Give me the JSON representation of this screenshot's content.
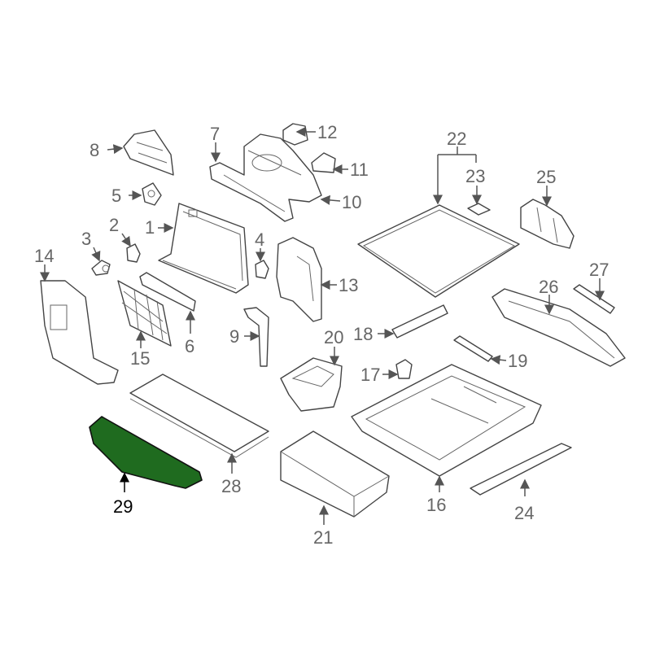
{
  "diagram": {
    "highlight_color": "#1f6b1f",
    "highlighted_part": "29",
    "labels": {
      "p1": "1",
      "p2": "2",
      "p3": "3",
      "p4": "4",
      "p5": "5",
      "p6": "6",
      "p7": "7",
      "p8": "8",
      "p9": "9",
      "p10": "10",
      "p11": "11",
      "p12": "12",
      "p13": "13",
      "p14": "14",
      "p15": "15",
      "p16": "16",
      "p17": "17",
      "p18": "18",
      "p19": "19",
      "p20": "20",
      "p21": "21",
      "p22": "22",
      "p23": "23",
      "p24": "24",
      "p25": "25",
      "p26": "26",
      "p27": "27",
      "p28": "28",
      "p29": "29"
    }
  }
}
